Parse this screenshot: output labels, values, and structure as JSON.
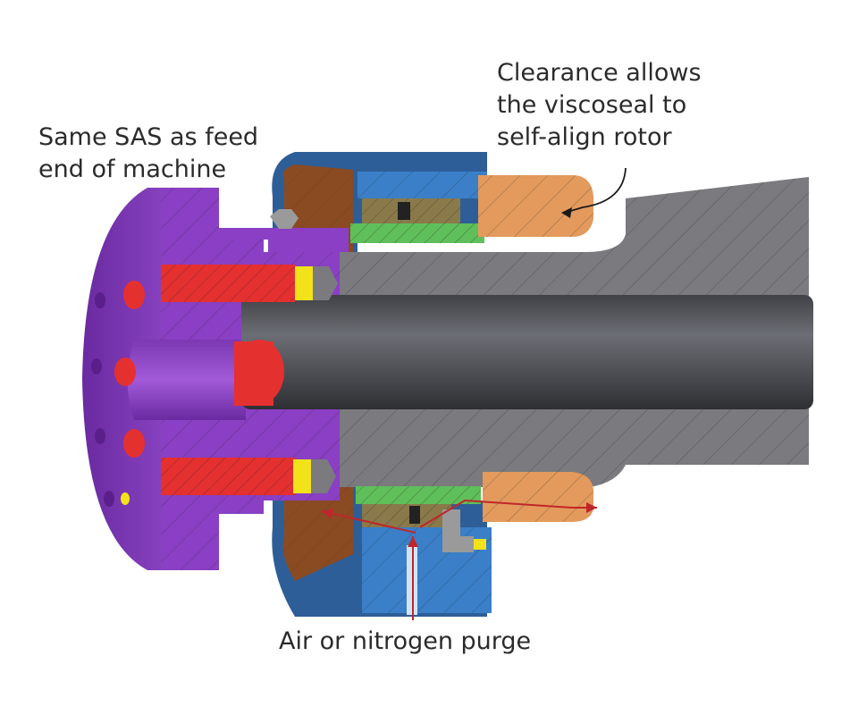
{
  "labels": {
    "same_sas_line1": "Same SAS as feed",
    "same_sas_line2": "end of machine",
    "clearance_line1": "Clearance allows",
    "clearance_line2": "the viscoseal to",
    "clearance_line3": "self-align rotor",
    "purge": "Air or nitrogen purge"
  },
  "colors": {
    "purple_adapter": "#8a3fc4",
    "red_bolts": "#e53030",
    "gray_shaft": "#7a7a7f",
    "blue_housing": "#3a7fc8",
    "orange_viscoseal": "#e39a5c",
    "green_bushing": "#5fbf5a",
    "brown_face": "#8a4a22",
    "yellow_plugs": "#f2e21a",
    "purge_arrow": "#c0262a"
  }
}
